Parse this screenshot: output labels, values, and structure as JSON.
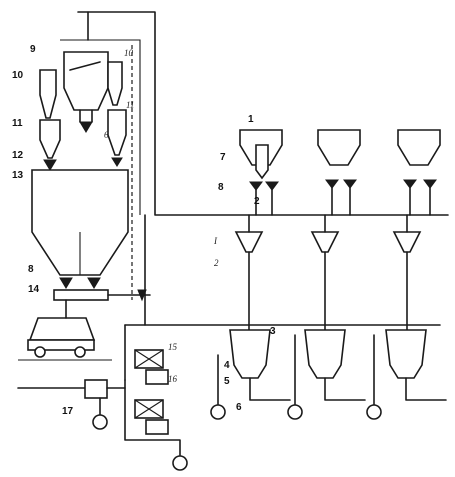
{
  "diagram": {
    "labels_left": [
      "9",
      "10",
      "11",
      "12",
      "13",
      "8",
      "14",
      "17"
    ],
    "labels_top": [
      "10",
      "11",
      "6"
    ],
    "labels_right": [
      "1",
      "7",
      "8",
      "2",
      "3",
      "4",
      "5",
      "6",
      "15",
      "16"
    ],
    "labels_italic": [
      "I",
      "2"
    ]
  }
}
